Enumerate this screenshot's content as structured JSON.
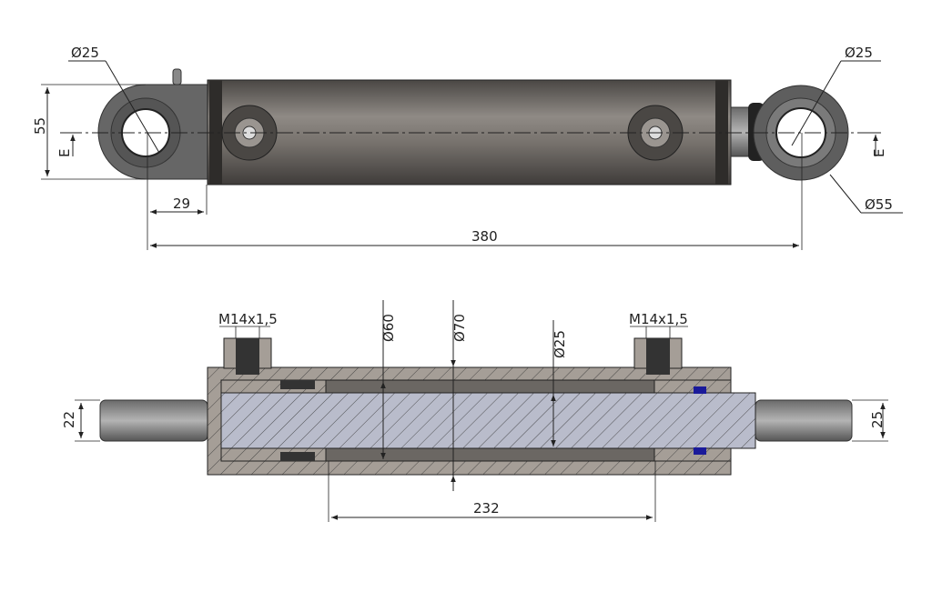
{
  "top_view": {
    "left_eye_diameter": "Ø25",
    "right_eye_diameter": "Ø25",
    "eye_height": "55",
    "eye_outer_diameter": "Ø55",
    "clevis_offset": "29",
    "pin_to_pin_length": "380",
    "section_marker_left": "E",
    "section_marker_right": "E"
  },
  "section_view": {
    "port_thread_left": "M14x1,5",
    "port_thread_right": "M14x1,5",
    "bore_diameter": "Ø60",
    "tube_outer_diameter": "Ø70",
    "rod_diameter": "Ø25",
    "left_eye_width": "22",
    "right_eye_width": "25",
    "stroke": "232"
  },
  "colors": {
    "line": "#222222",
    "steel": "#6e6a66",
    "rod": "#b9bccb",
    "section": "#a59e97"
  }
}
